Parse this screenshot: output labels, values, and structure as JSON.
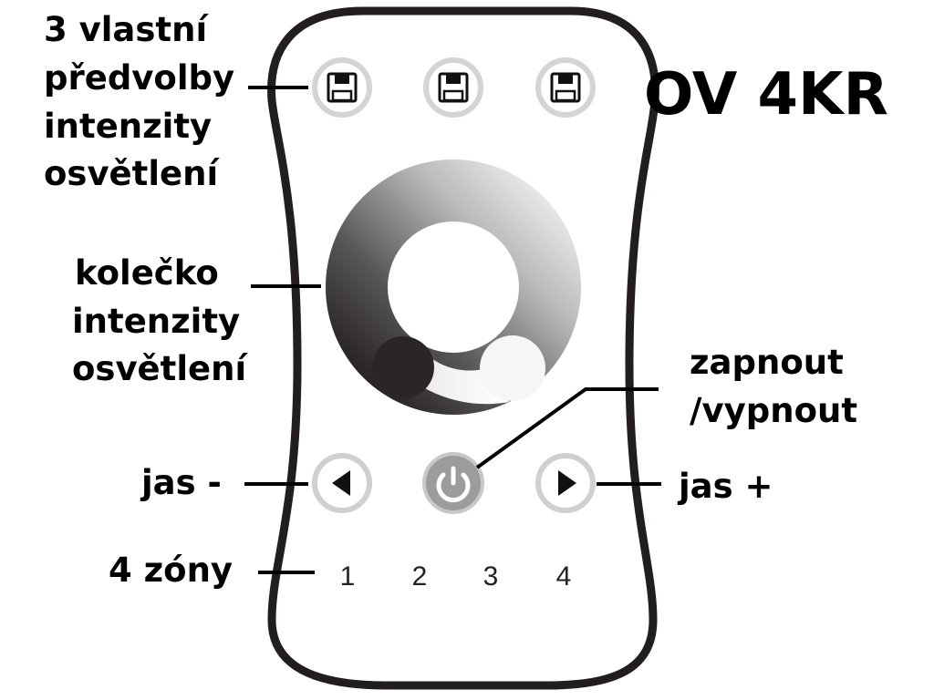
{
  "model": "OV 4KR",
  "labels": {
    "presets": [
      "3 vlastní",
      "předvolby",
      "intenzity",
      "osvětlení"
    ],
    "wheel": [
      "kolečko",
      "intenzity",
      "osvětlení"
    ],
    "power": [
      "zapnout",
      "/vypnout"
    ],
    "brightness_down": "jas -",
    "brightness_up": "jas +",
    "zones_label": "4 zóny"
  },
  "zones": [
    "1",
    "2",
    "3",
    "4"
  ],
  "icons": {
    "preset": "floppy-disk-icon",
    "power": "power-icon",
    "left": "triangle-left-icon",
    "right": "triangle-right-icon"
  },
  "colors": {
    "outline": "#221e1f",
    "button_ring": "#d4d4d4",
    "power_fill": "#9c9c9c",
    "wheel_dark": "#2a2627",
    "wheel_light": "#f4f4f4"
  }
}
